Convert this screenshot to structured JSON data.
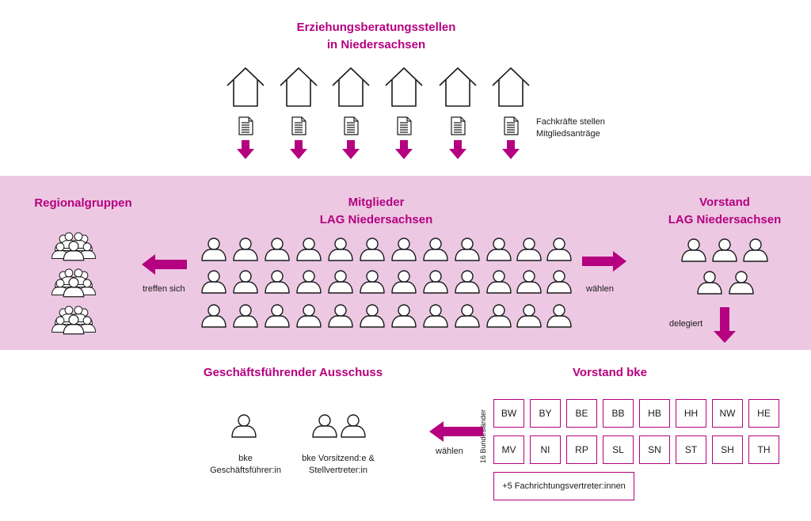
{
  "top": {
    "title_line1": "Erziehungsberatungsstellen",
    "title_line2": "in Niedersachsen",
    "note_line1": "Fachkräfte stellen",
    "note_line2": "Mitgliedsanträge"
  },
  "regional": {
    "title": "Regionalgruppen",
    "meet": "treffen sich"
  },
  "members": {
    "title_line1": "Mitglieder",
    "title_line2": "LAG Niedersachsen",
    "elect": "wählen"
  },
  "board": {
    "title_line1": "Vorstand",
    "title_line2": "LAG Niedersachsen",
    "delegate": "delegiert"
  },
  "bke": {
    "title": "Vorstand bke",
    "side_label": "16 Bundesländer",
    "states_row1": [
      "BW",
      "BY",
      "BE",
      "BB",
      "HB",
      "HH",
      "NW",
      "HE"
    ],
    "states_row2": [
      "MV",
      "NI",
      "RP",
      "SL",
      "SN",
      "ST",
      "SH",
      "TH"
    ],
    "extra": "+5 Fachrichtungsvertreter:innen",
    "elect": "wählen"
  },
  "committee": {
    "title": "Geschäftsführender Ausschuss",
    "director_line1": "bke",
    "director_line2": "Geschäftsführer:in",
    "chair_line1": "bke Vorsitzend:e &",
    "chair_line2": "Stellvertreter:in"
  },
  "colors": {
    "accent": "#b5007f",
    "band": "#ecc8e3"
  },
  "icons": {
    "house": "house-icon",
    "document": "document-icon",
    "person": "person-icon",
    "group": "group-icon",
    "arrow": "arrow-icon"
  }
}
